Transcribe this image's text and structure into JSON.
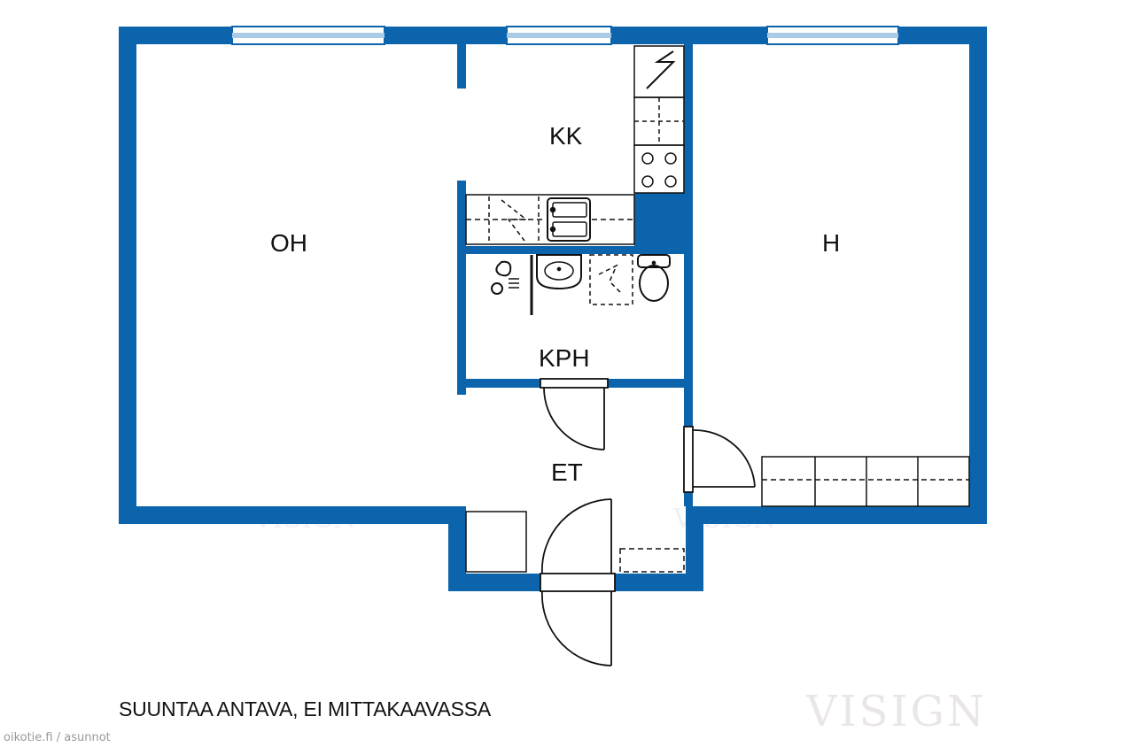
{
  "rooms": {
    "oh": "OH",
    "kk": "KK",
    "h": "H",
    "kph": "KPH",
    "et": "ET"
  },
  "note": "SUUNTAA ANTAVA, EI MITTAKAAVASSA",
  "watermark": "VISIGN",
  "credit": "oikotie.fi / asunnot",
  "colors": {
    "wall": "#0c64ac",
    "window": "#a9cbe6",
    "line": "#111111"
  }
}
